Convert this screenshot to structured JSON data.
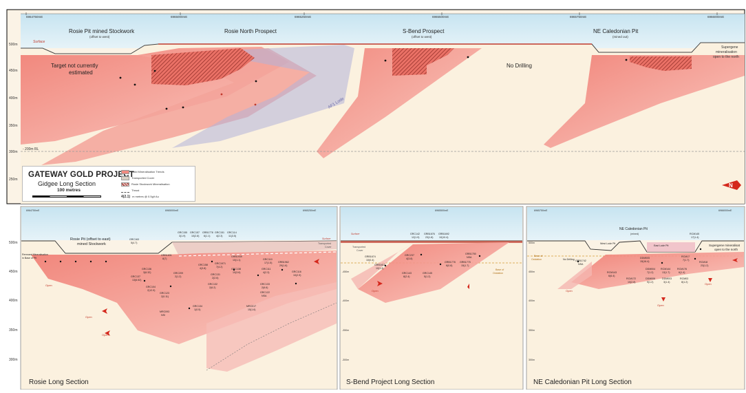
{
  "top": {
    "coords": [
      "6964750mE",
      "6965000mE",
      "6965250mE",
      "6965500mE",
      "6965750mE",
      "6966000mE"
    ],
    "rl_labels": [
      "500m",
      "450m",
      "400m",
      "350m",
      "300m",
      "250m"
    ],
    "surface_label": "Surface",
    "rl_line_label": "- 200m RL",
    "labels": {
      "rosie_pit": "Rosie Pit mined Stockwork",
      "rosie_pit_sub": "(offset to west)",
      "rosie_north": "Rosie North Prospect",
      "sbend": "S-Bend Prospect",
      "sbend_sub": "(offset to west)",
      "nec": "NE Caledonian Pit",
      "nec_sub": "(mined out)",
      "target1": "Target not currently",
      "target2": "estimated",
      "no_drilling": "No Drilling",
      "af1_lode": "AF1 Lode",
      "supergene1": "Supergene",
      "supergene2": "mineralisation",
      "supergene3": "open to the north"
    }
  },
  "legend": {
    "title": "GATEWAY GOLD PROJECT",
    "subtitle": "Gidgee Long Section",
    "scale": "100 metres",
    "keys": [
      {
        "label": "Gold Mineralisation Trends",
        "color": "#f08a80"
      },
      {
        "label": "Transported Cover",
        "color": "#d9d0c4"
      },
      {
        "label": "Rosie Stockwork Mineralisation",
        "color": "#e9b4b0"
      },
      {
        "label": "Thrust",
        "color": "#ffffff"
      },
      {
        "label": "m metres @ 0.5g/t Au",
        "color": "#ffffff"
      }
    ],
    "key_prefix": "4(2.1)"
  },
  "panels": {
    "rosie": {
      "title": "Rosie Long Section",
      "coords": [
        "6964750mE",
        "6965000mE",
        "6965250mE"
      ],
      "rl_labels": [
        "500m",
        "450m",
        "400m",
        "350m",
        "300m"
      ],
      "note1": "Rosie Pit (offset to east)",
      "note2": "mined Stockwork",
      "remnant1": "Remnant Mineralisation",
      "remnant2": "in Base of Pit",
      "surface": "Surface",
      "cover1": "Transported",
      "cover2": "Cover",
      "open": "Open",
      "holes": [
        {
          "id": "GRC163",
          "val": "5(4.7)"
        },
        {
          "id": "GRC155",
          "val": "3(1.9)"
        },
        {
          "id": "GRC157",
          "val": "10(2.8)"
        },
        {
          "id": "GRB1778",
          "val": "6(1.1)"
        },
        {
          "id": "GRC151",
          "val": "4(2.3)"
        },
        {
          "id": "GRC114",
          "val": "11(3.5)"
        },
        {
          "id": "GRB1831",
          "val": "8(7)"
        },
        {
          "id": "GRC136",
          "val": "3(6.32)"
        },
        {
          "id": "GRC137",
          "val": "13(6.52)"
        },
        {
          "id": "GRC104",
          "val": "2(12.9)"
        },
        {
          "id": "GRC158",
          "val": "4(3.8)"
        },
        {
          "id": "GRC1971",
          "val": "7(4.2)"
        },
        {
          "id": "GRB1939",
          "val": "10(1.1)"
        },
        {
          "id": "GRC209",
          "val": "2(1.2)"
        },
        {
          "id": "GRC131",
          "val": "2(2.6)"
        },
        {
          "id": "GRC138",
          "val": "10(3.6)"
        },
        {
          "id": "GRC110",
          "val": "17(1.5)"
        },
        {
          "id": "GRB1962",
          "val": "29(1.6)"
        },
        {
          "id": "GRC111",
          "val": "4(2.3)"
        },
        {
          "id": "GRC116",
          "val": "10(2.9)"
        },
        {
          "id": "GRC133",
          "val": "2(6.6)"
        },
        {
          "id": "GRC132",
          "val": "2(6.2)"
        },
        {
          "id": "GRC123",
          "val": "2(0.11)"
        },
        {
          "id": "GRC122",
          "val": "NSA"
        },
        {
          "id": "GRC134",
          "val": "1(0.5)"
        },
        {
          "id": "MRC093",
          "val": "NSI"
        },
        {
          "id": "MRC017",
          "val": "15(1.6)"
        }
      ]
    },
    "sbend": {
      "title": "S-Bend Project Long Section",
      "coords": [
        "6965500mE"
      ],
      "rl_labels": [
        "-450m",
        "-400m",
        "-350m",
        "-300m"
      ],
      "surface": "Surface",
      "cover1": "Transported",
      "cover2": "Cover",
      "base1": "Base of",
      "base2": "Oxidation",
      "open": "Open",
      "holes": [
        {
          "id": "GRC142",
          "val": "12(1.9)"
        },
        {
          "id": "GRB1676",
          "val": "23(1.8)"
        },
        {
          "id": "GRB1692",
          "val": "10(10.4)"
        },
        {
          "id": "GRB1674",
          "val": "10(0.4)"
        },
        {
          "id": "GRC237",
          "val": "4(3.8)"
        },
        {
          "id": "GRB1750",
          "val": "NSA"
        },
        {
          "id": "GRB1612",
          "val": "10(1.4)"
        },
        {
          "id": "GRB1778",
          "val": "6(0.8)"
        },
        {
          "id": "GRB1775",
          "val": "15(1.7)"
        },
        {
          "id": "GRC143",
          "val": "8(2.4)"
        },
        {
          "id": "GRC145",
          "val": "5(1.2)"
        }
      ]
    },
    "nec": {
      "title": "NE Caledonian Pit Long Section",
      "coords": [
        "6965750mE",
        "6966000mE"
      ],
      "rl_labels": [
        "500m",
        "450m",
        "400m",
        "350m",
        "300m"
      ],
      "pit": "NE Caledonian Pit",
      "pit_sub": "(mined)",
      "west_lode": "West Lode Pit",
      "east_lode": "East Lode Pit",
      "no_drilling": "No Drilling",
      "base1": "Base of",
      "base2": "Oxidation",
      "supergene1": "Supergene mineralisat",
      "supergene2": "open to the north",
      "open": "Open",
      "holes": [
        {
          "id": "RCM145",
          "val": "17(1.4)"
        },
        {
          "id": "GRB1742",
          "val": "NSA"
        },
        {
          "id": "DDM005",
          "val": "15(16.4)"
        },
        {
          "id": "RCM17",
          "val": "7(1.7)"
        },
        {
          "id": "RCM18",
          "val": "23(1.2)"
        },
        {
          "id": "DDM004",
          "val": "7(1.2)"
        },
        {
          "id": "RCM144",
          "val": "13(1.7)"
        },
        {
          "id": "RCM176",
          "val": "6(1.4)"
        },
        {
          "id": "RCM143",
          "val": "6(6.4)"
        },
        {
          "id": "RCM172",
          "val": "10(2.8)"
        },
        {
          "id": "DDM006",
          "val": "9(1.2)"
        },
        {
          "id": "DDM003",
          "val": "3(1.4)"
        },
        {
          "id": "RCM03",
          "val": "8(1.2)"
        }
      ]
    }
  }
}
